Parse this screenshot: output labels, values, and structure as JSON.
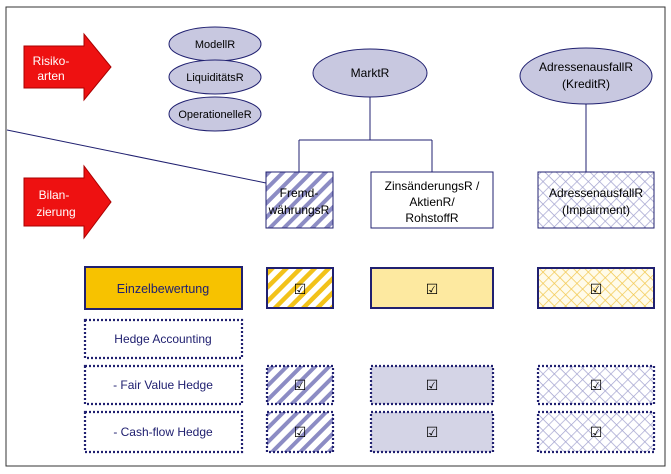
{
  "risk_header": {
    "arrow_risk_label": [
      "Risiko-",
      "arten"
    ],
    "arrow_balance_label": [
      "Bilan-",
      "zierung"
    ]
  },
  "risk_types_small": [
    "ModellR",
    "LiquiditätsR",
    "OperationelleR"
  ],
  "risk_types_main": {
    "market": "MarktR",
    "credit": [
      "AdressenausfallR",
      "(KreditR)"
    ]
  },
  "categories": {
    "fx": [
      "Fremd-",
      "währungsR"
    ],
    "interest": [
      "ZinsänderungsR /",
      "AktienR/",
      "RohstoffR"
    ],
    "credit": [
      "AdressenausfallR",
      "(Impairment)"
    ]
  },
  "rows": {
    "single": "Einzelbewertung",
    "hedge": "Hedge Accounting",
    "fair_value": "- Fair Value Hedge",
    "cash_flow": "- Cash-flow Hedge"
  },
  "check_glyph": "☑",
  "colors": {
    "arrow_red": "#ee1111",
    "single_fill": "#f7c200",
    "single_light": "#fde9a0",
    "ellipse_fill": "#c8c8e0",
    "navy": "#202070",
    "hatch_blue": "#7878b8",
    "grey_fill": "#d4d4e6"
  }
}
